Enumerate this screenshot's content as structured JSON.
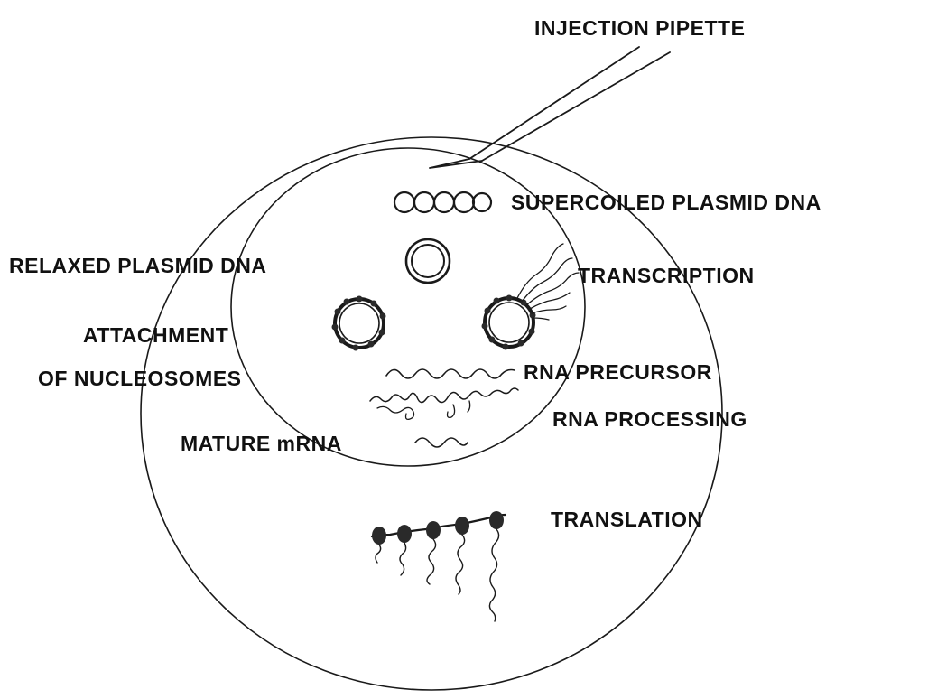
{
  "labels": {
    "injection_pipette": "INJECTION PIPETTE",
    "supercoiled": "SUPERCOILED PLASMID DNA",
    "relaxed": "RELAXED PLASMID DNA",
    "transcription": "TRANSCRIPTION",
    "attachment_line1": "ATTACHMENT",
    "attachment_line2": "OF NUCLEOSOMES",
    "rna_precursor": "RNA PRECURSOR",
    "rna_processing": "RNA PROCESSING",
    "mature_mrna": "MATURE mRNA",
    "translation": "TRANSLATION"
  },
  "colors": {
    "ink": "#1a1a1a",
    "background": "#ffffff"
  }
}
